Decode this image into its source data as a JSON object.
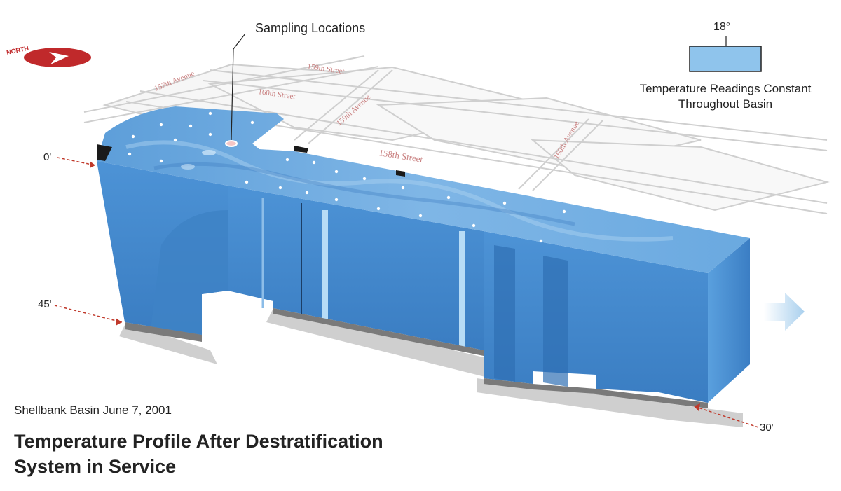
{
  "diagram": {
    "callout": "Sampling Locations",
    "legend": {
      "temperature": "18°",
      "caption_line1": "Temperature Readings Constant",
      "caption_line2": "Throughout Basin",
      "swatch_color": "#8fc4ec"
    },
    "depth_labels": {
      "top": "0'",
      "middle": "45'",
      "bottom": "30'"
    },
    "subtitle": "Shellbank Basin June 7, 2001",
    "title": "Temperature Profile After Destratification System in Service",
    "colors": {
      "water": "#4a90d2",
      "water_dark": "#2f6fb4",
      "water_surface": "#6aa9e0",
      "arrow": "#b8d8f0",
      "depth_marker": "#c0392b"
    }
  }
}
